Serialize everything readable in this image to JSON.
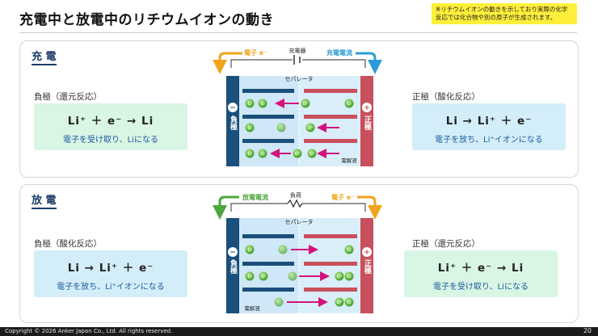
{
  "title": "充電中と放電中のリチウムイオンの動き",
  "note": "※リチウムイオンの動きを示しており実際の化学反応では化合物や別の原子が生成されます。",
  "charge": {
    "heading": "充 電",
    "left_label": "負極（還元反応）",
    "left_eq": "Li⁺ ＋ e⁻ → Li",
    "left_desc": "電子を受け取り、Liになる",
    "right_label": "正極（酸化反応）",
    "right_eq": "Li → Li⁺ ＋ e⁻",
    "right_desc": "電子を放ち、Li⁺イオンになる",
    "electron": "電子 e⁻",
    "device": "充電器",
    "current": "充電電流",
    "separator": "セパレータ",
    "neg": "負極",
    "pos": "正極",
    "electrolyte": "電解液",
    "li": "Li",
    "li_ion": "Li⁺"
  },
  "discharge": {
    "heading": "放 電",
    "left_label": "負極（酸化反応）",
    "left_eq": "Li → Li⁺ ＋ e⁻",
    "left_desc": "電子を放ち、Li⁺イオンになる",
    "right_label": "正極（還元反応）",
    "right_eq": "Li⁺ ＋ e⁻ → Li",
    "right_desc": "電子を受け取り、Liになる",
    "current": "放電電流",
    "device": "負荷",
    "electron": "電子 e⁻",
    "separator": "セパレータ",
    "neg": "負極",
    "pos": "正極",
    "electrolyte": "電解液",
    "li": "Li",
    "li_ion": "Li⁺"
  },
  "footer": {
    "copyright": "Copyright © 2026 Anker Japan Co., Ltd. All rights reserved.",
    "page": "20"
  },
  "colors": {
    "negative": "#1b4f7c",
    "positive": "#c8505c",
    "ion_arrow": "#d4127e",
    "electron": "#f2a41c",
    "charge_current": "#2e9bd6",
    "discharge_current": "#4ea63c",
    "li_ball": "#5bbe3c"
  }
}
